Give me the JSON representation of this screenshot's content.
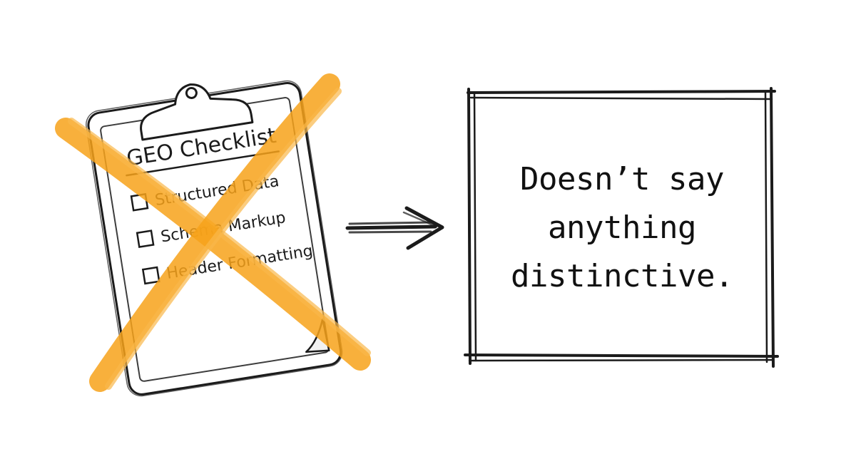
{
  "clipboard": {
    "title": "GEO Checklist",
    "items": [
      {
        "label": "Structured Data",
        "checked": false
      },
      {
        "label": "Schema Markup",
        "checked": false
      },
      {
        "label": "Header Formatting",
        "checked": false
      }
    ]
  },
  "message": {
    "lines": [
      "Doesn’t say",
      "anything",
      "distinctive."
    ]
  },
  "colors": {
    "cross": "#f7a21a",
    "ink": "#1b1b1b",
    "background": "#ffffff"
  },
  "icons": {
    "clipboard": "clipboard-icon",
    "cross": "x-mark-icon",
    "arrow": "arrow-right-icon"
  }
}
